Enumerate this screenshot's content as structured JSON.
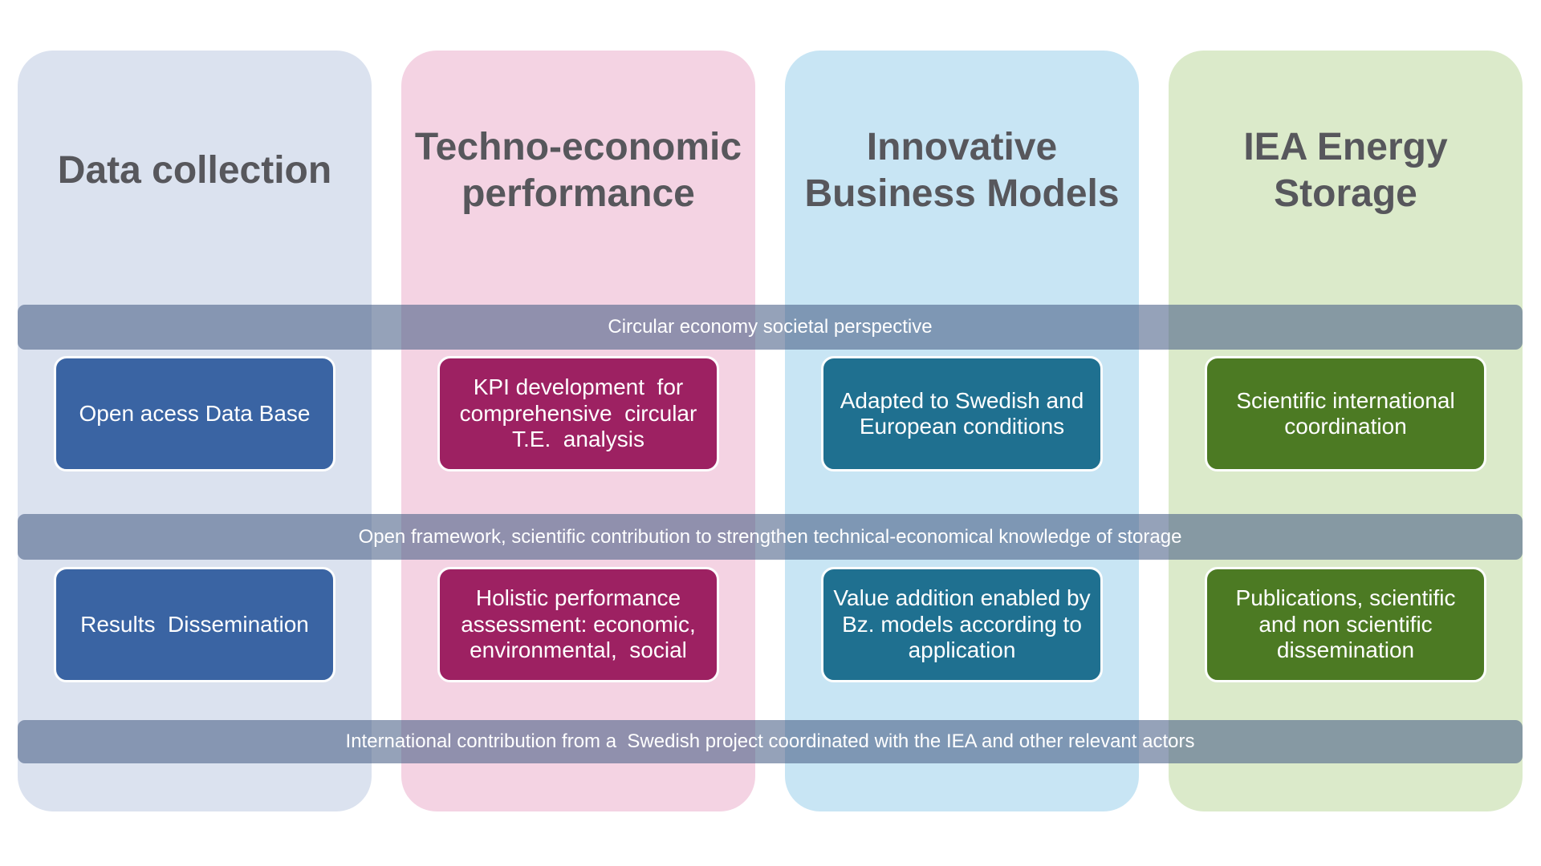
{
  "page": {
    "background": "#FFFFFF"
  },
  "colors": {
    "header_text": "#57575C",
    "bar_fill_base": "#495F87",
    "bar_text": "#FFFFFF",
    "box_text": "#FFFFFF",
    "box_border": "#FDFEFE",
    "column_backgrounds": [
      "#DBE2EF",
      "#F4D3E3",
      "#C8E5F4",
      "#DBEACA"
    ],
    "box_colors": [
      "#3A64A3",
      "#9D2162",
      "#1F7090",
      "#4C7A23"
    ]
  },
  "columns": [
    {
      "title": "Data collection",
      "boxes": [
        {
          "text": "Open acess Data Base"
        },
        {
          "text": "Results  Dissemination"
        }
      ]
    },
    {
      "title": "Techno-economic\nperformance",
      "boxes": [
        {
          "text": "KPI development  for\ncomprehensive  circular\nT.E.  analysis"
        },
        {
          "text": "Holistic performance\nassessment: economic,\nenvironmental,  social"
        }
      ]
    },
    {
      "title": "Innovative\nBusiness Models",
      "boxes": [
        {
          "text": "Adapted to Swedish and\nEuropean conditions"
        },
        {
          "text": "Value addition enabled by\nBz. models according to\napplication"
        }
      ]
    },
    {
      "title": "IEA Energy\nStorage",
      "boxes": [
        {
          "text": "Scientific international\ncoordination"
        },
        {
          "text": "Publications, scientific\nand non scientific\ndissemination"
        }
      ]
    }
  ],
  "bars": [
    {
      "text": "Circular economy societal perspective"
    },
    {
      "text": "Open framework, scientific contribution to strengthen technical-economical knowledge of storage"
    },
    {
      "text": "International contribution from a  Swedish project coordinated with the IEA and other relevant actors"
    }
  ]
}
